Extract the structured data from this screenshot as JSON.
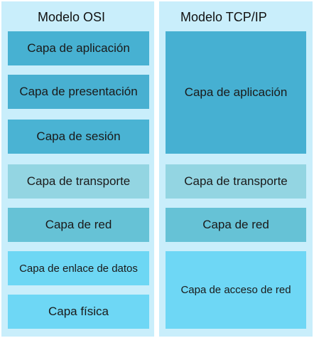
{
  "osi": {
    "title": "Modelo OSI",
    "layers": [
      "Capa de aplicación",
      "Capa de presentación",
      "Capa de sesión",
      "Capa de transporte",
      "Capa de red",
      "Capa de enlace de datos",
      "Capa física"
    ]
  },
  "tcpip": {
    "title": "Modelo TCP/IP",
    "layers": [
      "Capa de aplicación",
      "Capa de transporte",
      "Capa de red",
      "Capa de acceso de red"
    ]
  },
  "colors": {
    "panel_background": "#c9eefb",
    "application_layers": "#47b1d2",
    "transport_layer": "#93d5e2",
    "network_layer": "#66c2d6",
    "lower_layers": "#6ed7f5"
  }
}
